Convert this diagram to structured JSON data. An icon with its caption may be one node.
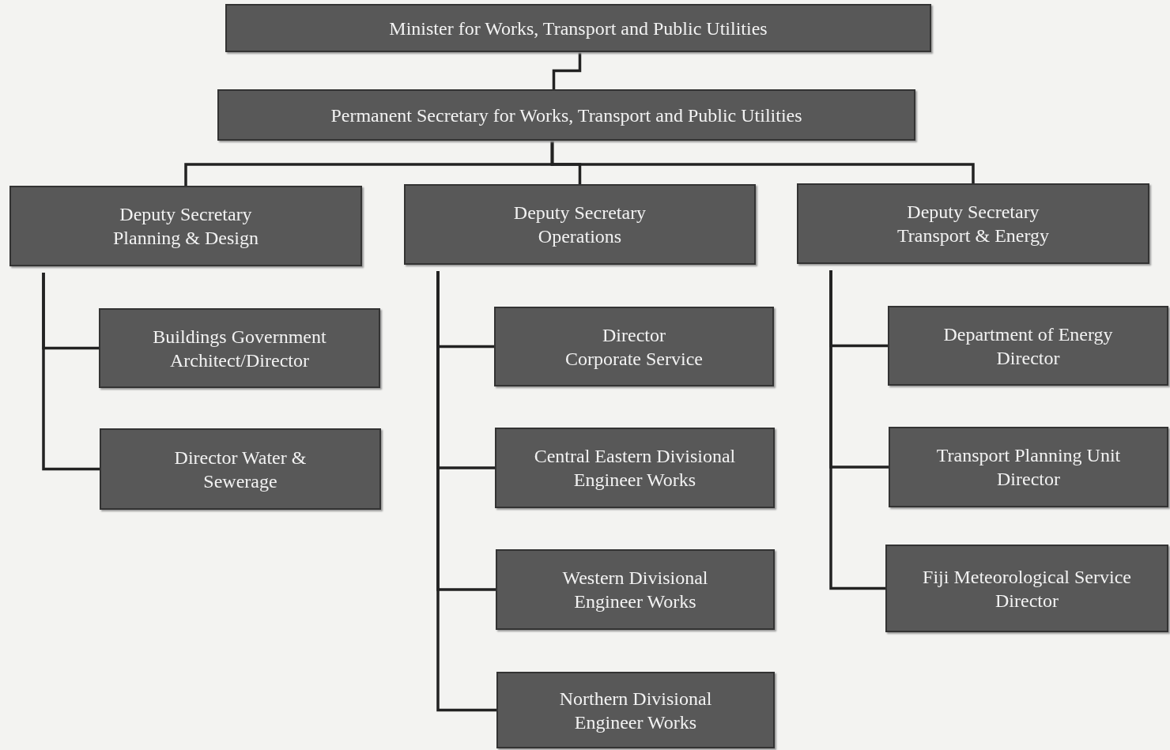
{
  "diagram": {
    "nodes": [
      {
        "text": [
          "Minister for Works, Transport and Public Utilities"
        ]
      },
      {
        "text": [
          "Permanent Secretary for Works, Transport and Public Utilities"
        ]
      },
      {
        "text": [
          "Deputy Secretary Planning & Design"
        ]
      },
      {
        "text": [
          "Deputy Secretary Operations"
        ]
      },
      {
        "text": [
          "Deputy Secretary Transport & Energy"
        ]
      },
      {
        "text": [
          "Buildings Government Architect/Director"
        ]
      },
      {
        "text": [
          "Director Water & Sewerage"
        ]
      },
      {
        "text": [
          "Director Corporate Service"
        ]
      },
      {
        "text": [
          "Central Eastern Divisional Engineer Works"
        ]
      },
      {
        "text": [
          "Western Divisional Engineer Works"
        ]
      },
      {
        "text": [
          "Northern Divisional Engineer Works"
        ]
      },
      {
        "text": [
          "Department of Energy Director"
        ]
      },
      {
        "text": [
          "Transport Planning Unit Director"
        ]
      },
      {
        "text": [
          "Fiji Meteorological Service Director"
        ]
      }
    ],
    "edges": [
      {
        "from": 0,
        "to": 1,
        "arrow": "none"
      },
      {
        "from": 1,
        "to": 2,
        "arrow": "none"
      },
      {
        "from": 1,
        "to": 3,
        "arrow": "none"
      },
      {
        "from": 1,
        "to": 4,
        "arrow": "none"
      },
      {
        "from": 2,
        "to": 5,
        "arrow": "none"
      },
      {
        "from": 2,
        "to": 6,
        "arrow": "none"
      },
      {
        "from": 3,
        "to": 7,
        "arrow": "none"
      },
      {
        "from": 3,
        "to": 8,
        "arrow": "none"
      },
      {
        "from": 3,
        "to": 9,
        "arrow": "none"
      },
      {
        "from": 3,
        "to": 10,
        "arrow": "none"
      },
      {
        "from": 4,
        "to": 11,
        "arrow": "none"
      },
      {
        "from": 4,
        "to": 12,
        "arrow": "none"
      },
      {
        "from": 4,
        "to": 13,
        "arrow": "none"
      }
    ]
  }
}
